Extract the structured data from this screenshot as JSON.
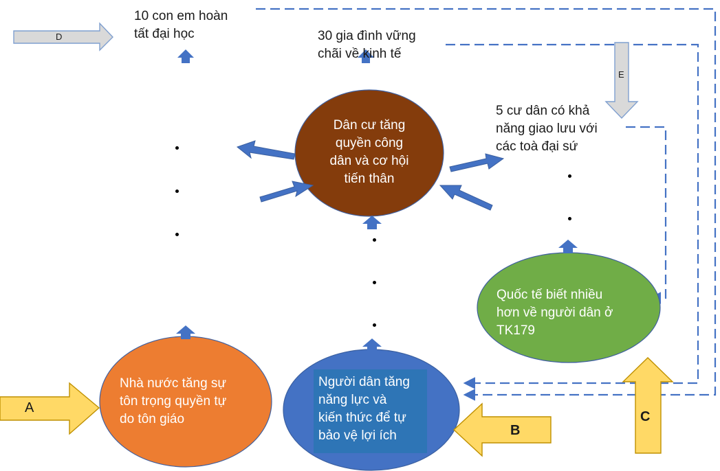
{
  "ovals": {
    "center": {
      "lines": [
        "Dân cư tăng",
        "quyền công",
        "dân và cơ hội",
        "tiến thân"
      ],
      "color": "#843c0c"
    },
    "orange": {
      "lines": [
        "Nhà nước tăng sự",
        "tôn trọng quyền tự",
        "do tôn giáo"
      ],
      "color": "#ed7d31"
    },
    "blue": {
      "lines": [
        "Người dân tăng",
        "năng lực và",
        "kiến thức để tự",
        "bảo vệ lợi ích"
      ],
      "color": "#4472c4"
    },
    "green": {
      "lines": [
        "Quốc tế biết nhiều",
        "hơn về người dân ở",
        "TK179"
      ],
      "color": "#70ad47"
    }
  },
  "outcomes": {
    "students": {
      "lines": [
        "10 con em hoàn",
        "tất đại học"
      ]
    },
    "families": {
      "lines": [
        "30 gia đình vững",
        "chãi về kinh tế"
      ]
    },
    "residents": {
      "lines": [
        "5 cư dân có khả",
        "năng giao lưu với",
        "các toà đại sứ"
      ]
    }
  },
  "input_arrows": {
    "a": "A",
    "b": "B",
    "c": "C",
    "d": "D",
    "e": "E"
  },
  "colors": {
    "connector_blue": "#4472c4",
    "input_yellow": "#ffd966",
    "input_gray": "#d9d9d9",
    "dashed_line": "#4472c4"
  }
}
